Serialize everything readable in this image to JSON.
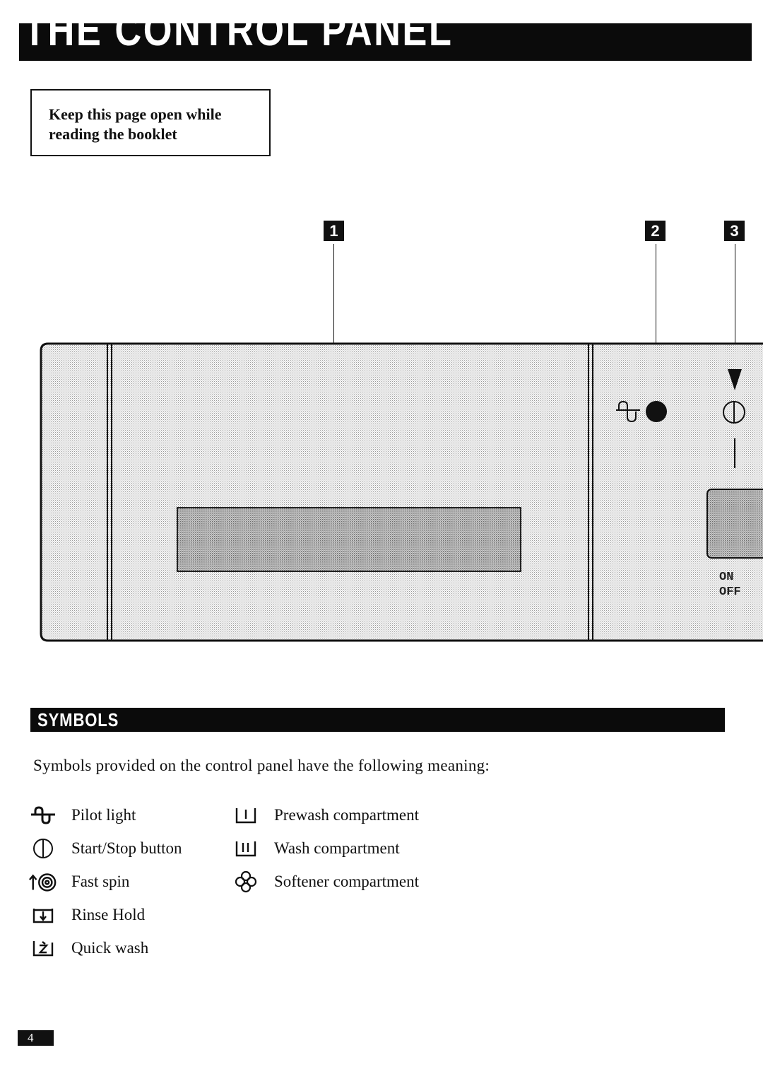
{
  "header": {
    "title": "THE CONTROL PANEL"
  },
  "note": {
    "line1": "Keep this page open while",
    "line2": "reading the booklet"
  },
  "callouts": [
    "1",
    "2",
    "3"
  ],
  "panel": {
    "on_label": "ON",
    "off_label": "OFF"
  },
  "symbols_section": {
    "title": "SYMBOLS",
    "intro": "Symbols provided on the control panel have the following meaning:",
    "left_column": [
      {
        "icon": "pilot-light-icon",
        "label": "Pilot light"
      },
      {
        "icon": "start-stop-icon",
        "label": "Start/Stop button"
      },
      {
        "icon": "fast-spin-icon",
        "label": "Fast spin"
      },
      {
        "icon": "rinse-hold-icon",
        "label": "Rinse Hold"
      },
      {
        "icon": "quick-wash-icon",
        "label": "Quick wash"
      }
    ],
    "right_column": [
      {
        "icon": "prewash-compartment-icon",
        "label": "Prewash compartment"
      },
      {
        "icon": "wash-compartment-icon",
        "label": "Wash compartment"
      },
      {
        "icon": "softener-compartment-icon",
        "label": "Softener compartment"
      }
    ]
  },
  "footer": {
    "page_number": "4"
  }
}
